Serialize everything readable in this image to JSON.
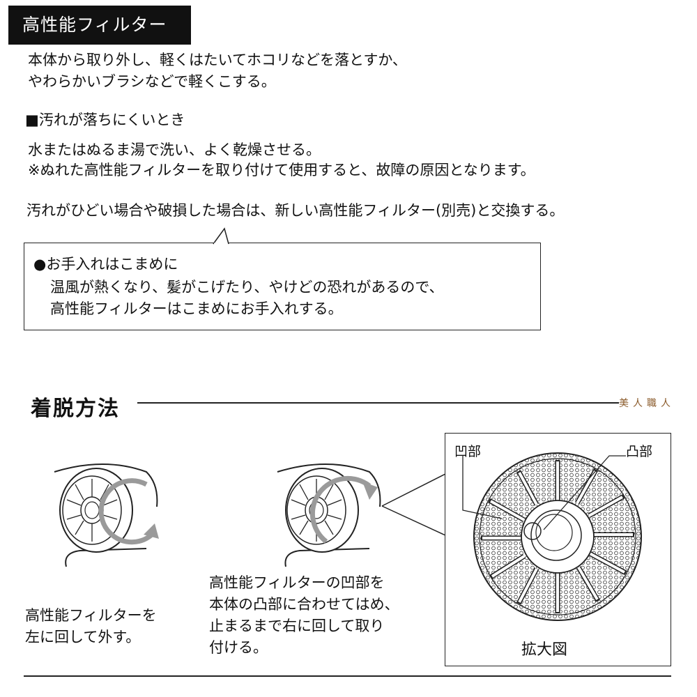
{
  "section_title": "高性能フィルター",
  "intro": {
    "line1": "本体から取り外し、軽くはたいてホコリなどを落とすか、",
    "line2": "やわらかいブラシなどで軽くこする。"
  },
  "dirty": {
    "heading": "■汚れが落ちにくいとき",
    "line1": "水またはぬるま湯で洗い、よく乾燥させる。",
    "line2": "※ぬれた高性能フィルターを取り付けて使用すると、故障の原因となります。"
  },
  "replace_text": "汚れがひどい場合や破損した場合は、新しい高性能フィルター(別売)と交換する。",
  "note": {
    "heading": "●お手入れはこまめに",
    "line1": "温風が熱くなり、髪がこげたり、やけどの恐れがあるので、",
    "line2": "高性能フィルターはこまめにお手入れする。"
  },
  "method": {
    "heading": "着脱方法",
    "watermark": "美人職人"
  },
  "remove_caption": {
    "line1": "高性能フィルターを",
    "line2": "左に回して外す。"
  },
  "attach_caption": {
    "line1": "高性能フィルターの凹部を",
    "line2": "本体の凸部に合わせてはめ、",
    "line3": "止まるまで右に回して取り",
    "line4": "付ける。"
  },
  "zoom": {
    "label_concave": "凹部",
    "label_convex": "凸部",
    "caption": "拡大図"
  },
  "icons": [
    "rotate-left-arrow-icon",
    "rotate-right-arrow-icon"
  ],
  "colors": {
    "header_bg": "#111111",
    "arrow_gray": "#9a9a9a",
    "watermark": "#8a5a2a"
  }
}
